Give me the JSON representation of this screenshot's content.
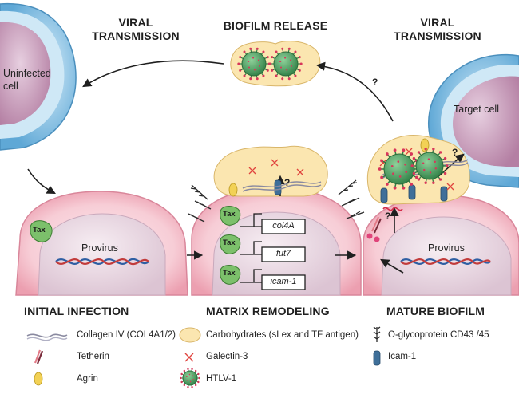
{
  "top": {
    "left_title": [
      "VIRAL",
      "TRANSMISSION"
    ],
    "center_title": "BIOFILM RELEASE",
    "right_title": [
      "VIRAL",
      "TRANSMISSION"
    ],
    "uninfected_cell": [
      "Uninfected",
      "cell"
    ],
    "target_cell": "Target cell",
    "question_mark": "?"
  },
  "cells": {
    "provirus": "Provirus",
    "tax": "Tax",
    "genes": [
      "col4A",
      "fut7",
      "icam-1"
    ]
  },
  "stages": {
    "initial": "INITIAL INFECTION",
    "matrix": "MATRIX REMODELING",
    "mature": "MATURE BIOFILM"
  },
  "legend": [
    {
      "label": "Collagen IV (COL4A1/2)",
      "icon": "collagen-icon"
    },
    {
      "label": "Carbohydrates (sLex and TF antigen)",
      "icon": "carbohydrate-icon"
    },
    {
      "label": "O-glycoprotein CD43 /45",
      "icon": "glycoprotein-icon"
    },
    {
      "label": "Tetherin",
      "icon": "tetherin-icon"
    },
    {
      "label": "Galectin-3",
      "icon": "galectin-icon"
    },
    {
      "label": "Icam-1",
      "icon": "icam-icon"
    },
    {
      "label": "Agrin",
      "icon": "agrin-icon"
    },
    {
      "label": "HTLV-1",
      "icon": "virus-icon"
    }
  ],
  "colors": {
    "cell_outer": "#f2b9c4",
    "cell_inner": "#fbe3e8",
    "nucleus": "#e9d6e0",
    "cytoplasm_membrane": "#e88ea0",
    "matrix": "#fbe6b0",
    "virus": "#3f9a58",
    "uninfected_blue": "#8fc7e6",
    "tax": "#7cc06b",
    "icam": "#3f6f99"
  }
}
